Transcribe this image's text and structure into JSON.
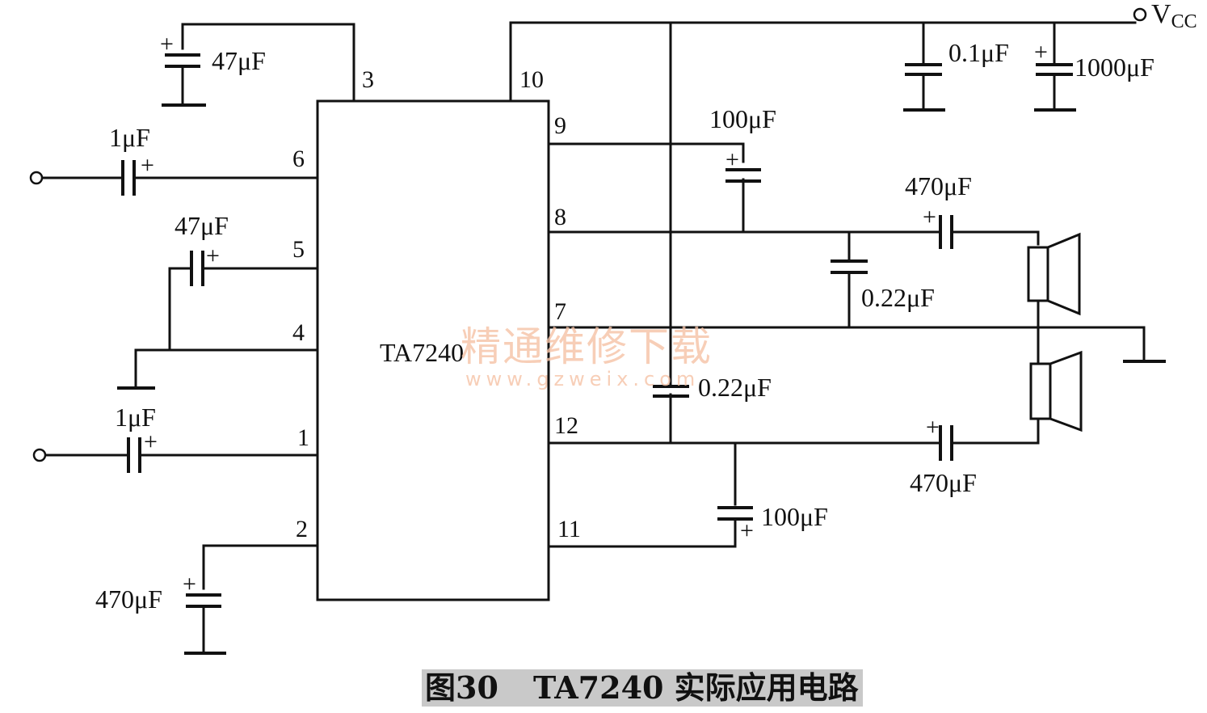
{
  "diagram": {
    "ic_name": "TA7240",
    "supply": {
      "main": "V",
      "sub": "CC"
    },
    "pins": {
      "p1": "1",
      "p2": "2",
      "p3": "3",
      "p4": "4",
      "p5": "5",
      "p6": "6",
      "p7": "7",
      "p8": "8",
      "p9": "9",
      "p10": "10",
      "p11": "11",
      "p12": "12"
    },
    "components": {
      "c_pin3": "47μF",
      "c_in6": "1μF",
      "c_pin5": "47μF",
      "c_in1": "1μF",
      "c_pin2": "470μF",
      "c_top9": "100μF",
      "c_bot11": "100μF",
      "c_out8": "470μF",
      "c_out12": "470μF",
      "c_zob8": "0.22μF",
      "c_zob12": "0.22μF",
      "c_dec1": "0.1μF",
      "c_dec2": "1000μF"
    },
    "polarity_mark": "+"
  },
  "watermark": {
    "cn": "精通维修下载",
    "url": "www.gzweix.com"
  },
  "caption": {
    "figure": "图30",
    "title": "TA7240 实际应用电路"
  }
}
